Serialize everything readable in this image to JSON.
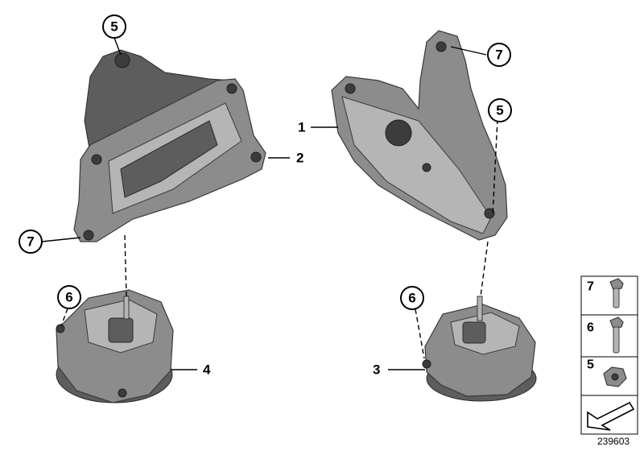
{
  "callouts": {
    "c5_top_left": "5",
    "c7_left": "7",
    "c6_left": "6",
    "c7_top_right": "7",
    "c5_right": "5",
    "c6_right": "6"
  },
  "labels": {
    "part1": "1",
    "part2": "2",
    "part3": "3",
    "part4": "4"
  },
  "hardware_panel": {
    "rows": [
      {
        "number": "7",
        "icon": "bolt-flanged-icon"
      },
      {
        "number": "6",
        "icon": "bolt-long-icon"
      },
      {
        "number": "5",
        "icon": "hex-nut-icon"
      }
    ],
    "arrow_icon": "arrow-down-left-icon"
  },
  "reference_number": "239603",
  "colors": {
    "part_fill": "#8c8c8c",
    "part_highlight": "#b5b5b5",
    "part_shadow": "#5d5d5d",
    "line": "#000000"
  }
}
